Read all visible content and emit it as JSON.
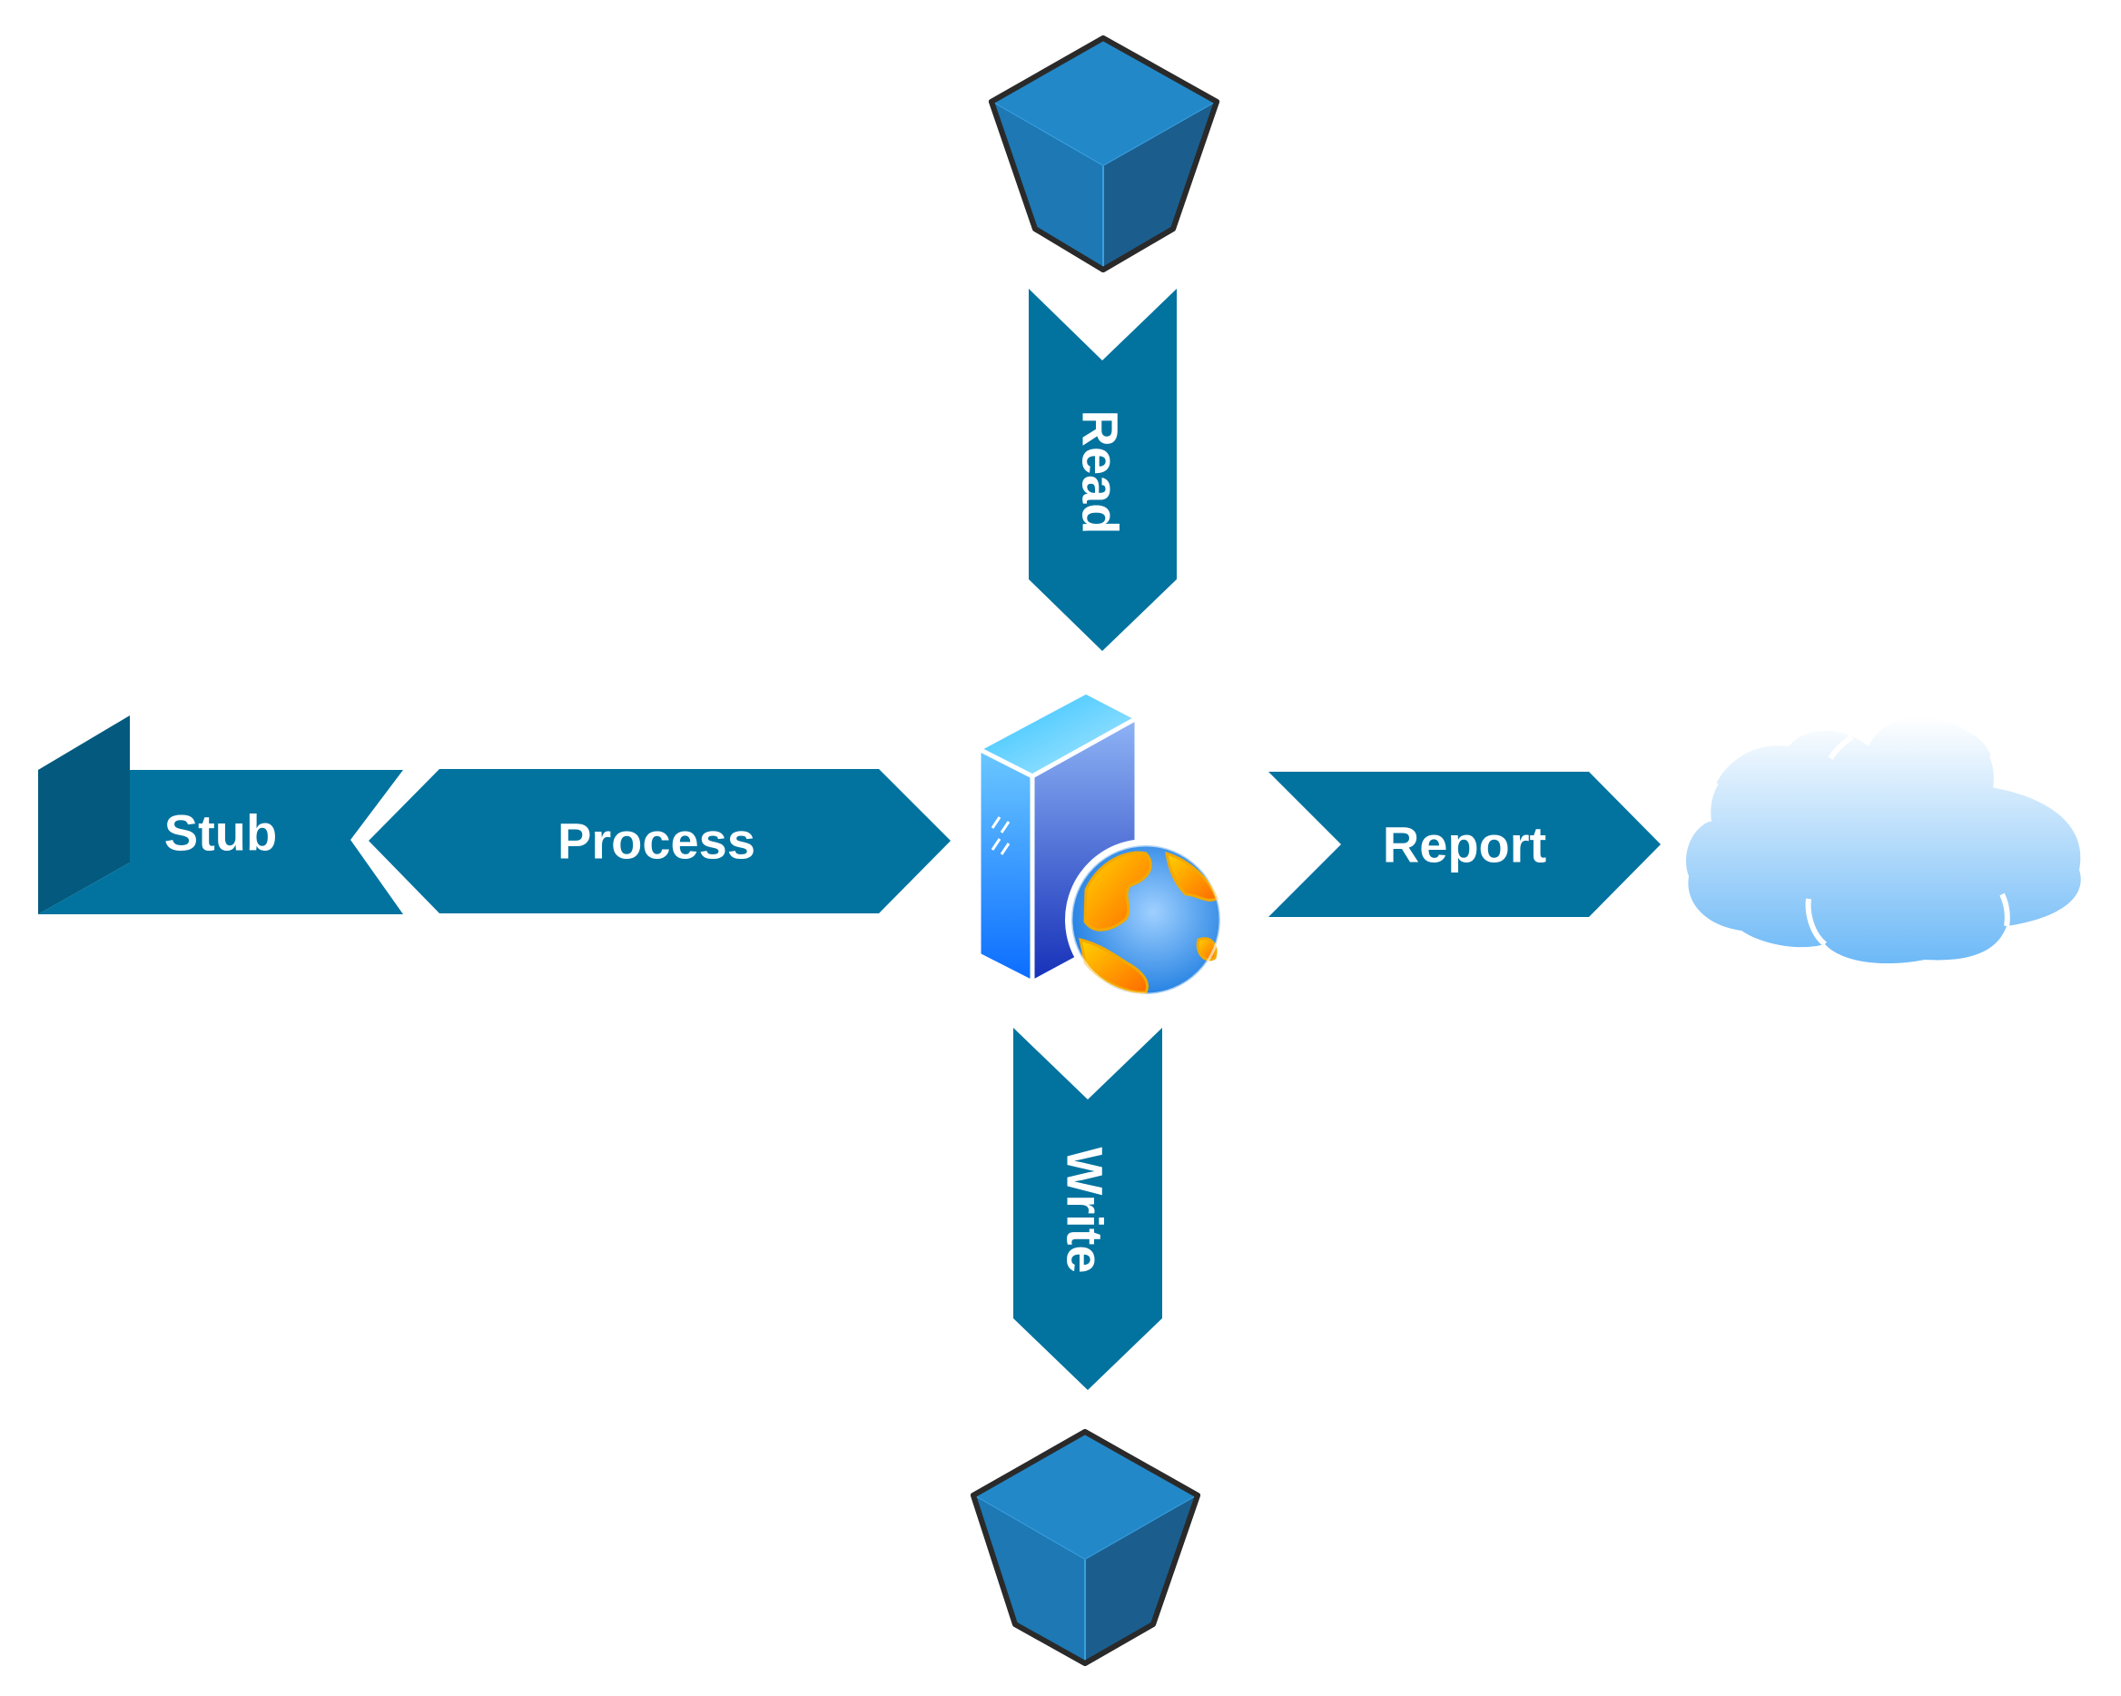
{
  "diagram": {
    "labels": {
      "read": "Read",
      "write": "Write",
      "process": "Process",
      "report": "Report",
      "stub": "Stub"
    },
    "icons": {
      "top_node": "cube-icon",
      "bottom_node": "cube-icon",
      "center_node": "web-server-icon",
      "right_node": "cloud-icon"
    },
    "colors": {
      "arrow_fill": "#02739F",
      "stub_dark": "#035A7E",
      "cube_top": "#2388C8",
      "cube_left": "#1D78B3",
      "cube_right": "#1B5E8E",
      "cube_outline": "#2A2A2A",
      "cloud_top": "#FFFFFF",
      "cloud_bottom": "#6DB9F7"
    }
  }
}
